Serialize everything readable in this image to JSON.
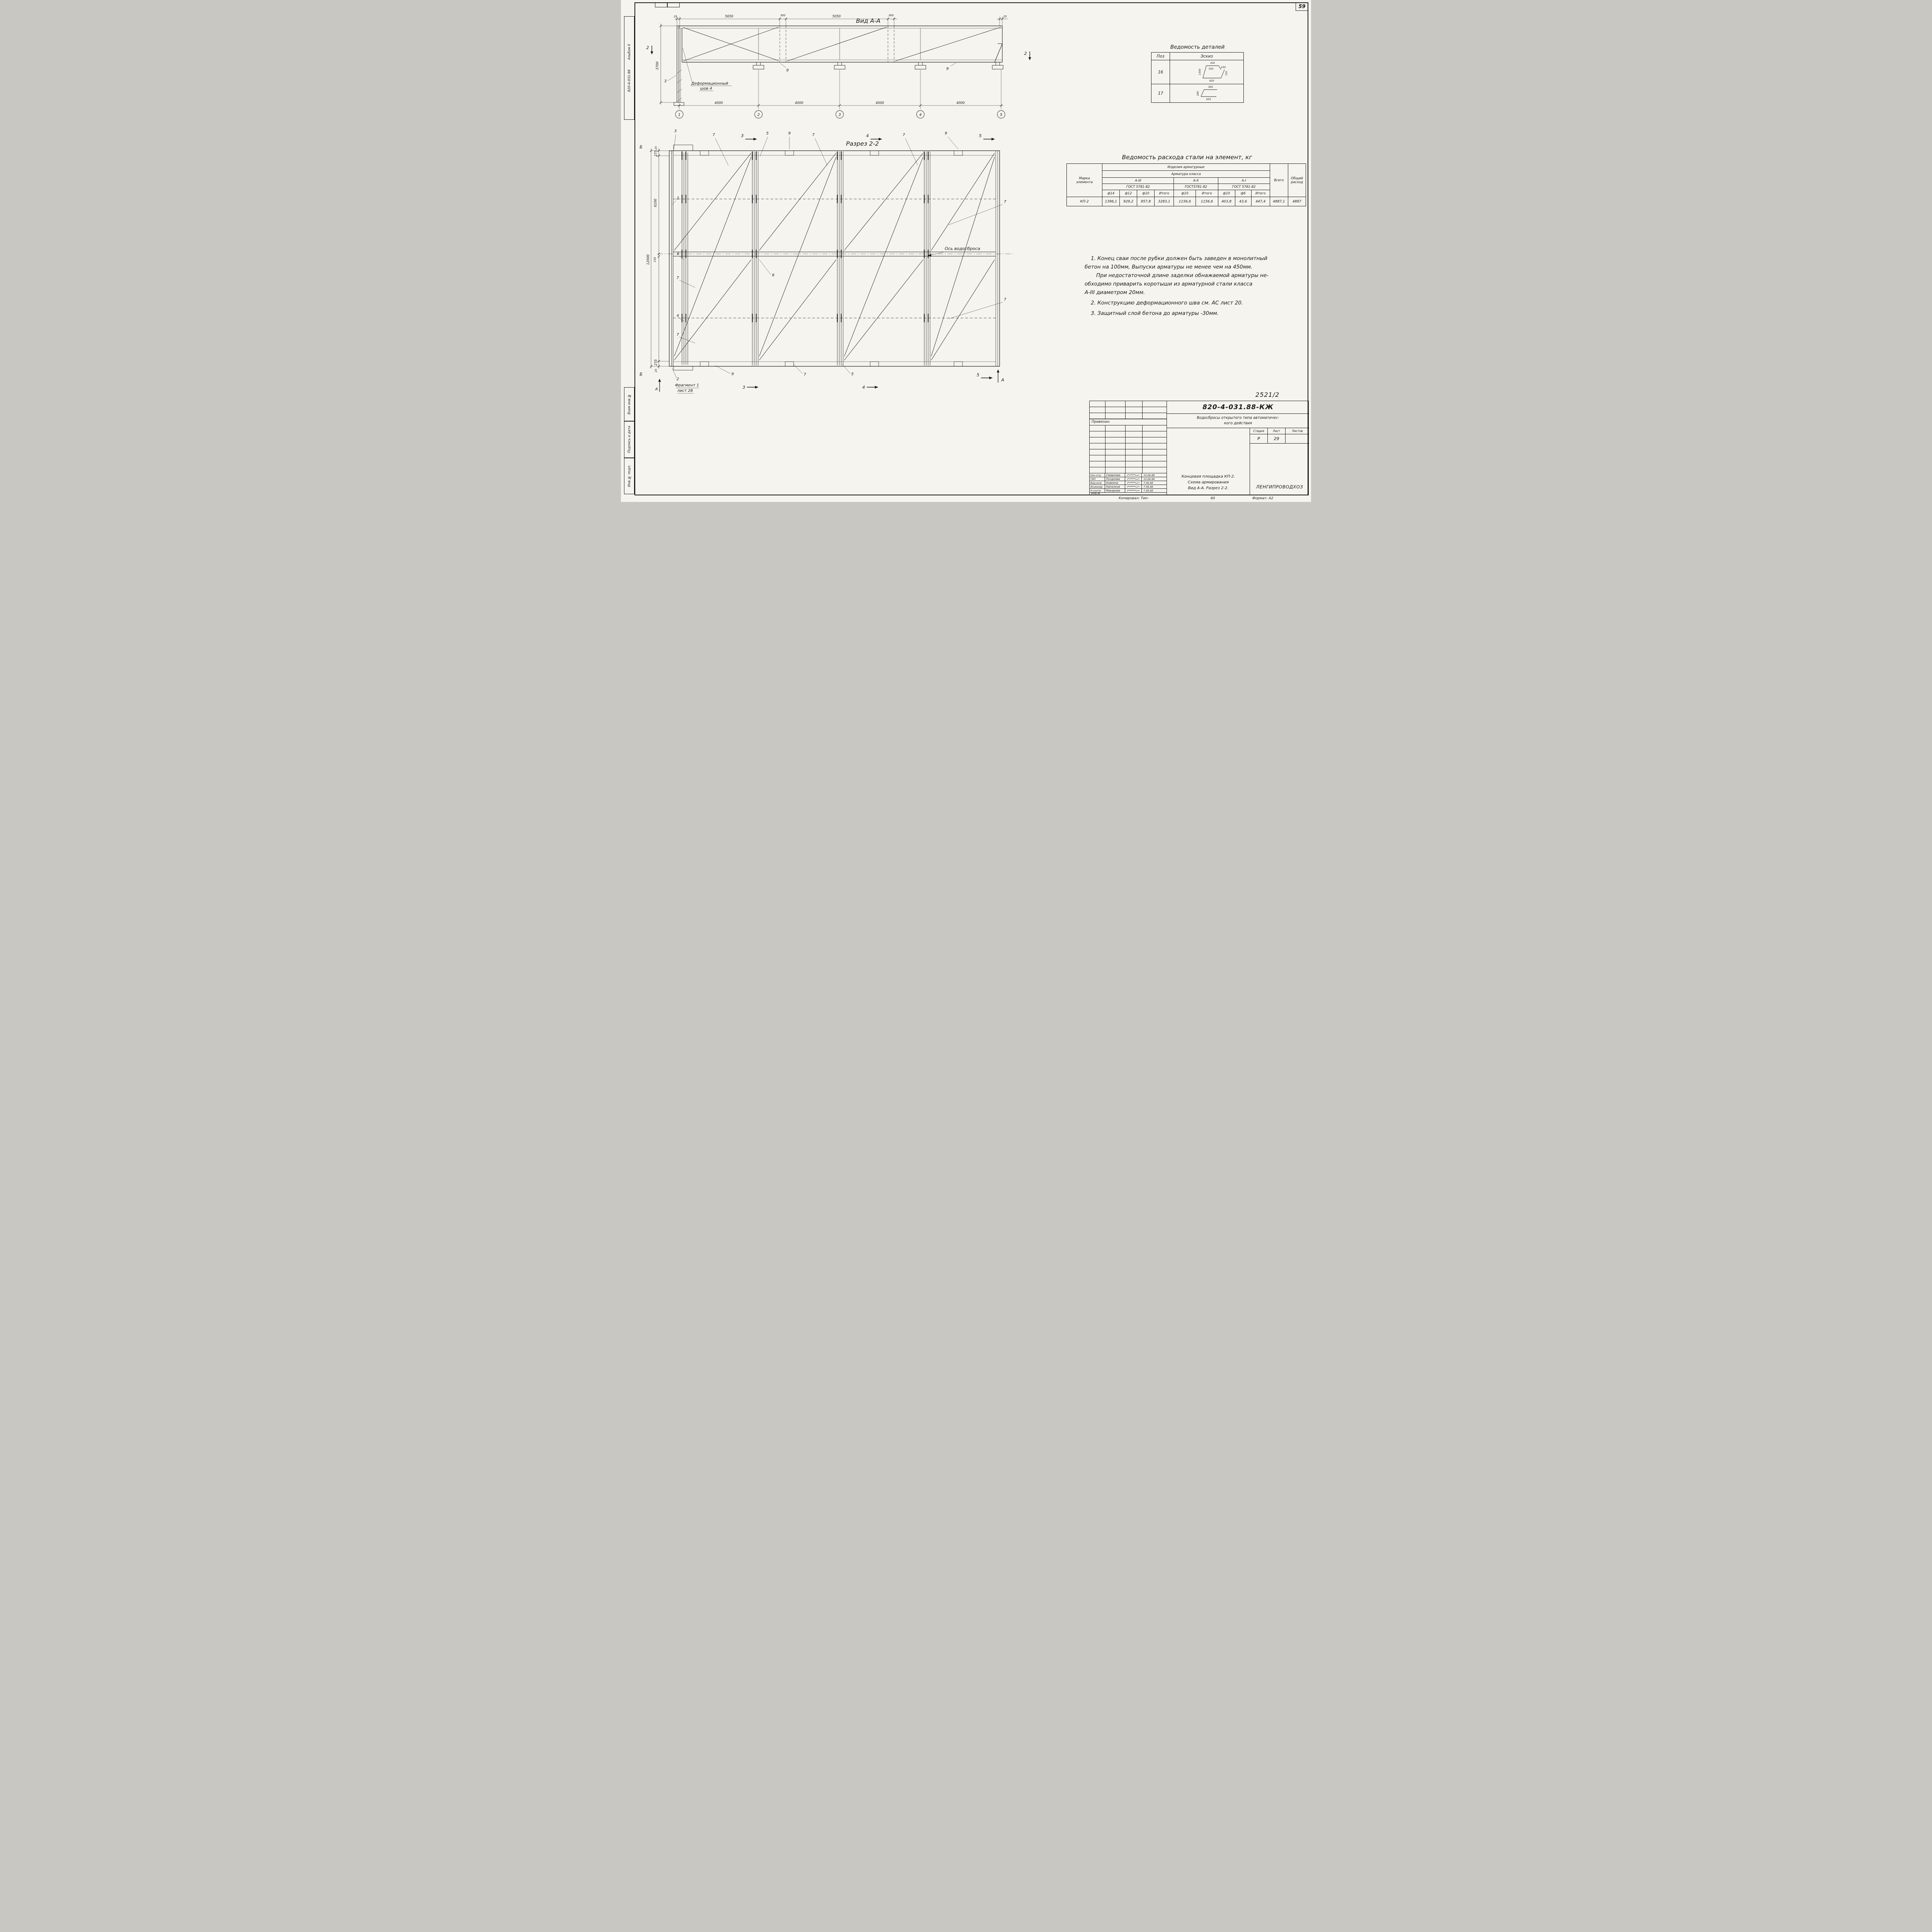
{
  "page": {
    "sheet_no": "59",
    "margin_top": "820-4-031-88",
    "margin_top2": "Альбом II",
    "margin_bottom": [
      "Взам инв.№",
      "Подпись и дата",
      "Инв.№ подл."
    ],
    "stamp": "2521/2",
    "kopiroval": "Копировал:  Тип-",
    "kopiroval_num": "60",
    "format": "Формат: А2"
  },
  "viewAA": {
    "title": "Вид А-А",
    "dims_top": [
      "25",
      "5650",
      "300",
      "5050",
      "300",
      "25"
    ],
    "dim_left": "3700",
    "dims_bottom": [
      "4000",
      "4000",
      "4000",
      "4000"
    ],
    "grids": [
      "1",
      "2",
      "3",
      "4",
      "5"
    ],
    "sec_left": "2",
    "sec_right": "2",
    "pos3": "3",
    "pos9a": "9",
    "pos9b": "9",
    "joint1": "Деформационный",
    "joint2": "шов 4"
  },
  "s22": {
    "title": "Разрез 2-2",
    "b_top": "Б",
    "b_bottom": "Б",
    "a_left": "А",
    "a_right": "А",
    "top_labels": [
      "3",
      "7",
      "3",
      "5",
      "9",
      "7",
      "4",
      "7",
      "9",
      "5"
    ],
    "left_labels": [
      "2",
      "4",
      "7",
      "4",
      "7",
      "2"
    ],
    "pos6": "6",
    "right7a": "7",
    "right7b": "7",
    "bottom_labels": [
      "9",
      "3",
      "7",
      "5",
      "4",
      "5"
    ],
    "axis": "Ось водосброса",
    "fragment1": "Фрагмент 1",
    "fragment2": "лист 28",
    "dims": {
      "d25t": "25",
      "d275t": "275",
      "d6100": "6100",
      "d150": "150",
      "d12000": "12000",
      "d275b": "275",
      "d25b": "25"
    }
  },
  "details": {
    "title": "Ведомость деталей",
    "col_pos": "Поз",
    "col_sketch": "Эскиз",
    "row16_pos": "16",
    "row16_dims": [
      "300",
      "1300",
      "350",
      "720",
      "620",
      "230"
    ],
    "row17_pos": "17",
    "row17_dims": [
      "365",
      "290",
      "655"
    ]
  },
  "steel": {
    "title": "Ведомость расхода стали на элемент, кг",
    "h_izdeliya": "Изделия арматурные",
    "h_klass": "Арматура класса",
    "h_marka1": "Марка",
    "h_marka2": "элемента",
    "h_a3": "А-III",
    "h_a2": "А-II",
    "h_a1": "А-I",
    "gost1": "ГОСТ 5781-82",
    "gost2": "ГОСТ5781-82",
    "gost3": "ГОСТ 5781-82",
    "sub": [
      "ф14",
      "ф12",
      "ф10",
      "Итого",
      "ф10",
      "Итого",
      "ф10",
      "ф6",
      "Итого"
    ],
    "h_vsego": "Всего",
    "h_obshiy1": "Общий",
    "h_obshiy2": "расход",
    "mark": "КП-2",
    "row": [
      "1396,1",
      "929,2",
      "957,8",
      "3283,1",
      "1156,6",
      "1156,6",
      "403,8",
      "43,6",
      "447,4",
      "4887,1",
      "4887"
    ]
  },
  "notes": {
    "l1": "1. Конец сваи после рубки должен быть заведен в монолитный",
    "l2": "бетон на 100мм, Выпуски арматуры не менее чем на 450мм.",
    "l3": "При недостаточной длине заделки обнажаемой арматуры не-",
    "l4": "обходимо приварить коротыши из арматурной стали класса",
    "l5": "А-III диаметром 20мм.",
    "l6": "2. Конструкцию деформационного шва см. АС лист 20.",
    "l7": "3. Защитный слой бетона до арматуры -30мм."
  },
  "tb": {
    "doc_no": "820-4-031.88-КЖ",
    "title1": "Водосбросы открытого типа автоматичес-",
    "title2": "кого действия",
    "privyazan": "Привязан:",
    "rows": [
      {
        "role": "Нач.отд",
        "name": "Смирнова",
        "date": "10.06.88"
      },
      {
        "role": "ГИП",
        "name": "Позднова",
        "date": "10.06.88"
      },
      {
        "role": "Вед.инж",
        "name": "Ковкина",
        "date": "7.06.88"
      },
      {
        "role": "Инженер",
        "name": "Напалков",
        "date": "7.06.88"
      },
      {
        "role": "Н.контр",
        "name": "Макарова",
        "date": "7.06.88"
      }
    ],
    "inv": "Инв.№",
    "name1": "Концевая площадка КП-2.",
    "name2": "Схема армирования",
    "name3": "Вид А-А.  Разрез 2-2.",
    "stadia": "Стадия",
    "list": "Лист",
    "listov": "Листов",
    "stadia_v": "Р",
    "list_v": "29",
    "org": "ЛЕНГИПРОВОДХОЗ"
  }
}
